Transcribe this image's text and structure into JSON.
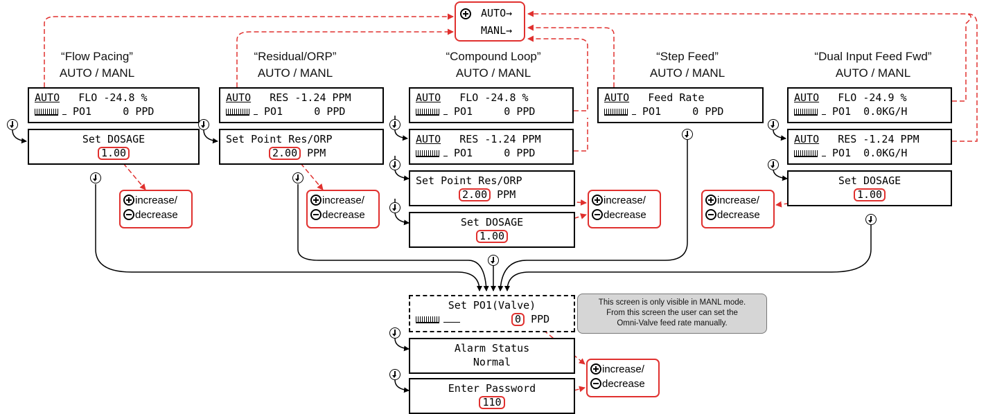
{
  "auto_manual_switch": {
    "auto_label": "AUTO→",
    "manl_label": "MANL→"
  },
  "modes": [
    {
      "title": "“Flow Pacing”",
      "subtitle": "AUTO / MANL"
    },
    {
      "title": "“Residual/ORP”",
      "subtitle": "AUTO / MANL"
    },
    {
      "title": "“Compound Loop”",
      "subtitle": "AUTO / MANL"
    },
    {
      "title": "“Step Feed”",
      "subtitle": "AUTO / MANL"
    },
    {
      "title": "“Dual Input Feed Fwd”",
      "subtitle": "AUTO / MANL"
    }
  ],
  "screens": {
    "flow_main": {
      "mode": "AUTO",
      "line1": "FLO -24.8 %",
      "line2": "PO1     0 PPD"
    },
    "flow_dosage": {
      "line1": "Set DOSAGE",
      "value": "1.00"
    },
    "res_main": {
      "mode": "AUTO",
      "line1": "RES -1.24 PPM",
      "line2": "PO1     0 PPD"
    },
    "res_setpoint": {
      "line1": "Set Point Res/ORP",
      "value": "2.00",
      "unit": "PPM"
    },
    "cl_flo": {
      "mode": "AUTO",
      "line1": "FLO -24.8 %",
      "line2": "PO1     0 PPD"
    },
    "cl_res": {
      "mode": "AUTO",
      "line1": "RES -1.24 PPM",
      "line2": "PO1     0 PPD"
    },
    "cl_setpoint": {
      "line1": "Set Point Res/ORP",
      "value": "2.00",
      "unit": "PPM"
    },
    "cl_dosage": {
      "line1": "Set DOSAGE",
      "value": "1.00"
    },
    "step_main": {
      "mode": "AUTO",
      "line1": "Feed Rate",
      "line2": "PO1     0 PPD"
    },
    "dual_flo": {
      "mode": "AUTO",
      "line1": "FLO -24.9 %",
      "line2": "PO1  0.0KG/H"
    },
    "dual_res": {
      "mode": "AUTO",
      "line1": "RES -1.24 PPM",
      "line2": "PO1  0.0KG/H"
    },
    "dual_dosage": {
      "line1": "Set DOSAGE",
      "value": "1.00"
    },
    "set_po1": {
      "line1": "Set PO1(Valve)",
      "value": "0",
      "unit": "PPD"
    },
    "alarm": {
      "line1": "Alarm Status",
      "line2": "Normal"
    },
    "password": {
      "line1": "Enter Password",
      "value": "110"
    }
  },
  "adjust_hint": {
    "increase": "increase/",
    "decrease": "decrease"
  },
  "note": {
    "line1": "This screen is only visible in MANL mode.",
    "line2": "From this screen the user can set the",
    "line3": "Omni-Valve feed rate manually."
  },
  "colors": {
    "accent": "#e0302e",
    "note_bg": "#d6d6d6"
  },
  "icons": [
    "plus-circle-icon",
    "minus-circle-icon",
    "down-arrow-button-icon"
  ]
}
